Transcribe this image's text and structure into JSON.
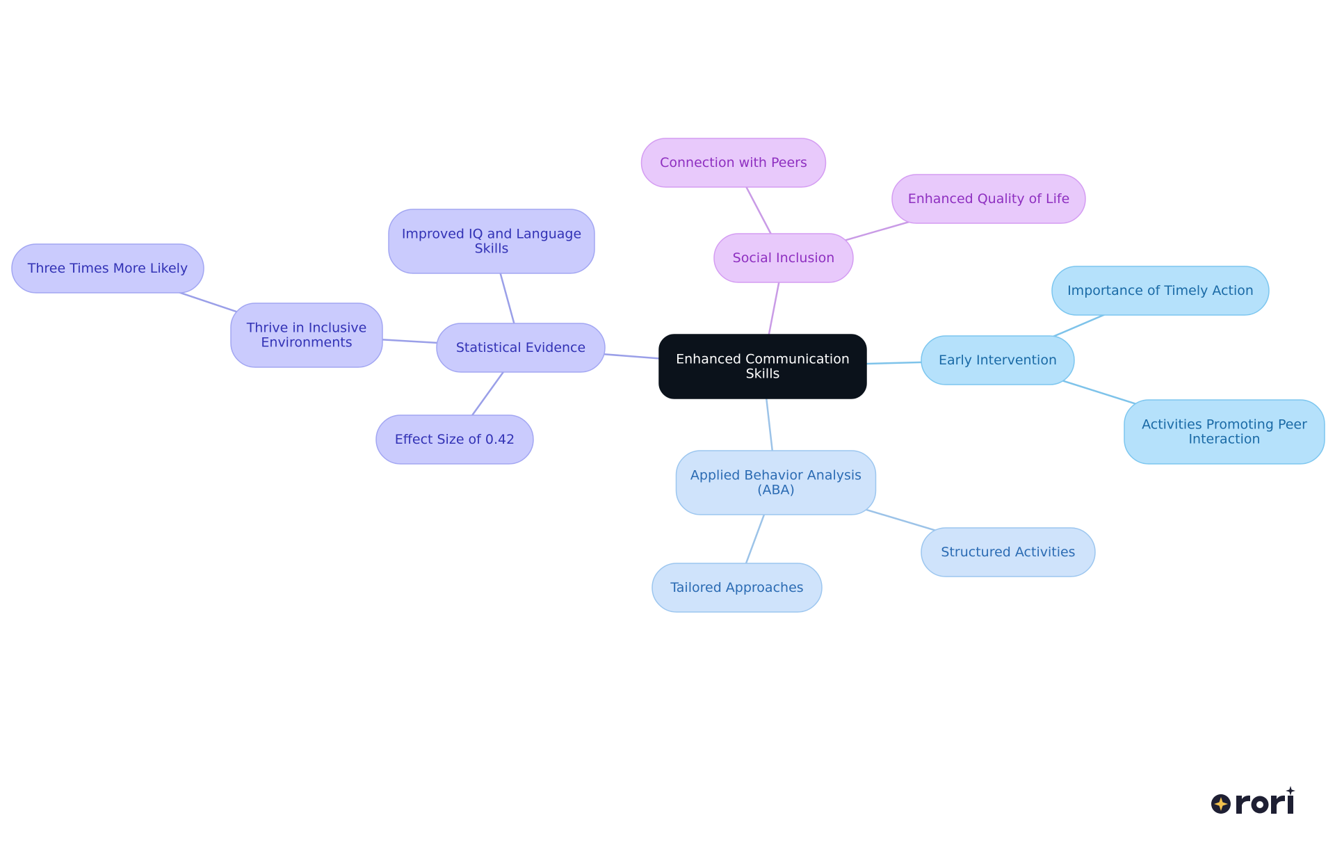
{
  "diagram": {
    "type": "mindmap",
    "root": {
      "id": "root",
      "lines": [
        "Enhanced Communication",
        "Skills"
      ]
    },
    "branches": [
      {
        "id": "social-inclusion",
        "lines": [
          "Social Inclusion"
        ],
        "theme": "purple",
        "children": [
          {
            "id": "connection-with-peers",
            "lines": [
              "Connection with Peers"
            ]
          },
          {
            "id": "enhanced-quality-of-life",
            "lines": [
              "Enhanced Quality of Life"
            ]
          }
        ]
      },
      {
        "id": "early-intervention",
        "lines": [
          "Early Intervention"
        ],
        "theme": "sky",
        "children": [
          {
            "id": "importance-of-timely-action",
            "lines": [
              "Importance of Timely Action"
            ]
          },
          {
            "id": "activities-promoting-peer-interaction",
            "lines": [
              "Activities Promoting Peer",
              "Interaction"
            ]
          }
        ]
      },
      {
        "id": "applied-behavior-analysis",
        "lines": [
          "Applied Behavior Analysis",
          "(ABA)"
        ],
        "theme": "blue",
        "children": [
          {
            "id": "structured-activities",
            "lines": [
              "Structured Activities"
            ]
          },
          {
            "id": "tailored-approaches",
            "lines": [
              "Tailored Approaches"
            ]
          }
        ]
      },
      {
        "id": "statistical-evidence",
        "lines": [
          "Statistical Evidence"
        ],
        "theme": "indigo",
        "children": [
          {
            "id": "improved-iq-and-language-skills",
            "lines": [
              "Improved IQ and Language",
              "Skills"
            ]
          },
          {
            "id": "thrive-in-inclusive-environments",
            "lines": [
              "Thrive in Inclusive",
              "Environments"
            ],
            "children": [
              {
                "id": "three-times-more-likely",
                "lines": [
                  "Three Times More Likely"
                ]
              }
            ]
          },
          {
            "id": "effect-size-of-0-42",
            "lines": [
              "Effect Size of 0.42"
            ]
          }
        ]
      }
    ]
  },
  "themes": {
    "root": {
      "fill": "#0b121b",
      "stroke": "#0b121b",
      "text": "#ffffff",
      "edge": "#0b121b"
    },
    "purple": {
      "fill": "#e8c9fb",
      "stroke": "#d49cf2",
      "text": "#8e2fc0",
      "edge": "#c99be6"
    },
    "sky": {
      "fill": "#b5e1fb",
      "stroke": "#7cc6ef",
      "text": "#1a6aa6",
      "edge": "#7ec3ea"
    },
    "blue": {
      "fill": "#cfe3fb",
      "stroke": "#9cc6ef",
      "text": "#2b6bb3",
      "edge": "#9cc3e8"
    },
    "indigo": {
      "fill": "#cacbfd",
      "stroke": "#a2a6f2",
      "text": "#3232b5",
      "edge": "#9a9fe8"
    }
  },
  "logo": {
    "name": "rori-logo",
    "color": "#1e1f33",
    "star_color": "#f2c14e"
  }
}
